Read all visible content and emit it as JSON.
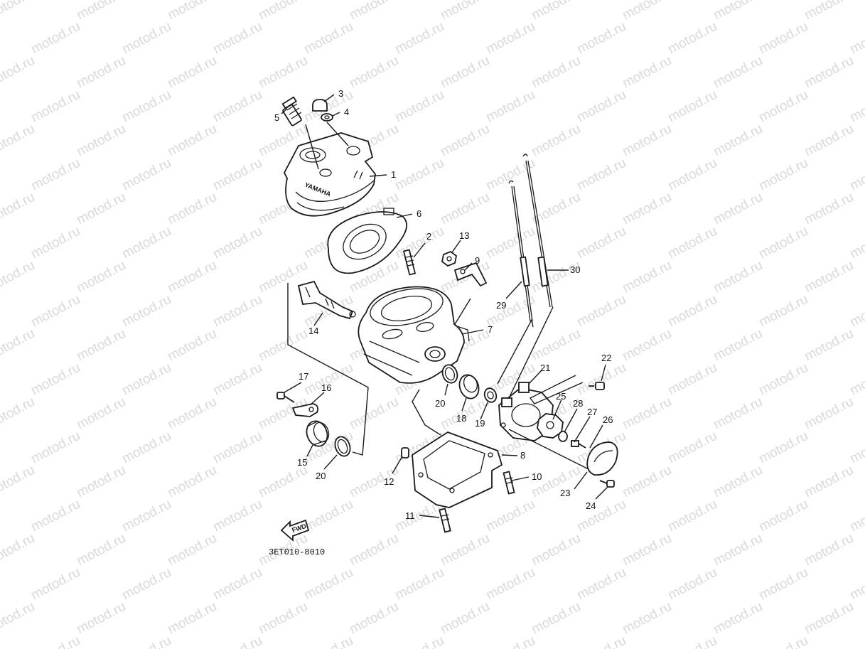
{
  "watermark": {
    "text": "motod.ru"
  },
  "diagram": {
    "code": "3ET010-8010",
    "fwd_label": "FWD",
    "head_marking": "YAMAHA",
    "callouts": [
      {
        "id": "callout-1",
        "label": "1"
      },
      {
        "id": "callout-2",
        "label": "2"
      },
      {
        "id": "callout-3",
        "label": "3"
      },
      {
        "id": "callout-4",
        "label": "4"
      },
      {
        "id": "callout-5",
        "label": "5"
      },
      {
        "id": "callout-6",
        "label": "6"
      },
      {
        "id": "callout-7",
        "label": "7"
      },
      {
        "id": "callout-8",
        "label": "8"
      },
      {
        "id": "callout-9",
        "label": "9"
      },
      {
        "id": "callout-10",
        "label": "10"
      },
      {
        "id": "callout-11",
        "label": "11"
      },
      {
        "id": "callout-12",
        "label": "12"
      },
      {
        "id": "callout-13",
        "label": "13"
      },
      {
        "id": "callout-14",
        "label": "14"
      },
      {
        "id": "callout-15",
        "label": "15"
      },
      {
        "id": "callout-16",
        "label": "16"
      },
      {
        "id": "callout-17",
        "label": "17"
      },
      {
        "id": "callout-18",
        "label": "18"
      },
      {
        "id": "callout-19",
        "label": "19"
      },
      {
        "id": "callout-20a",
        "label": "20"
      },
      {
        "id": "callout-20b",
        "label": "20"
      },
      {
        "id": "callout-21",
        "label": "21"
      },
      {
        "id": "callout-22",
        "label": "22"
      },
      {
        "id": "callout-23",
        "label": "23"
      },
      {
        "id": "callout-24",
        "label": "24"
      },
      {
        "id": "callout-25",
        "label": "25"
      },
      {
        "id": "callout-26",
        "label": "26"
      },
      {
        "id": "callout-27",
        "label": "27"
      },
      {
        "id": "callout-28",
        "label": "28"
      },
      {
        "id": "callout-29",
        "label": "29"
      },
      {
        "id": "callout-30",
        "label": "30"
      }
    ]
  }
}
